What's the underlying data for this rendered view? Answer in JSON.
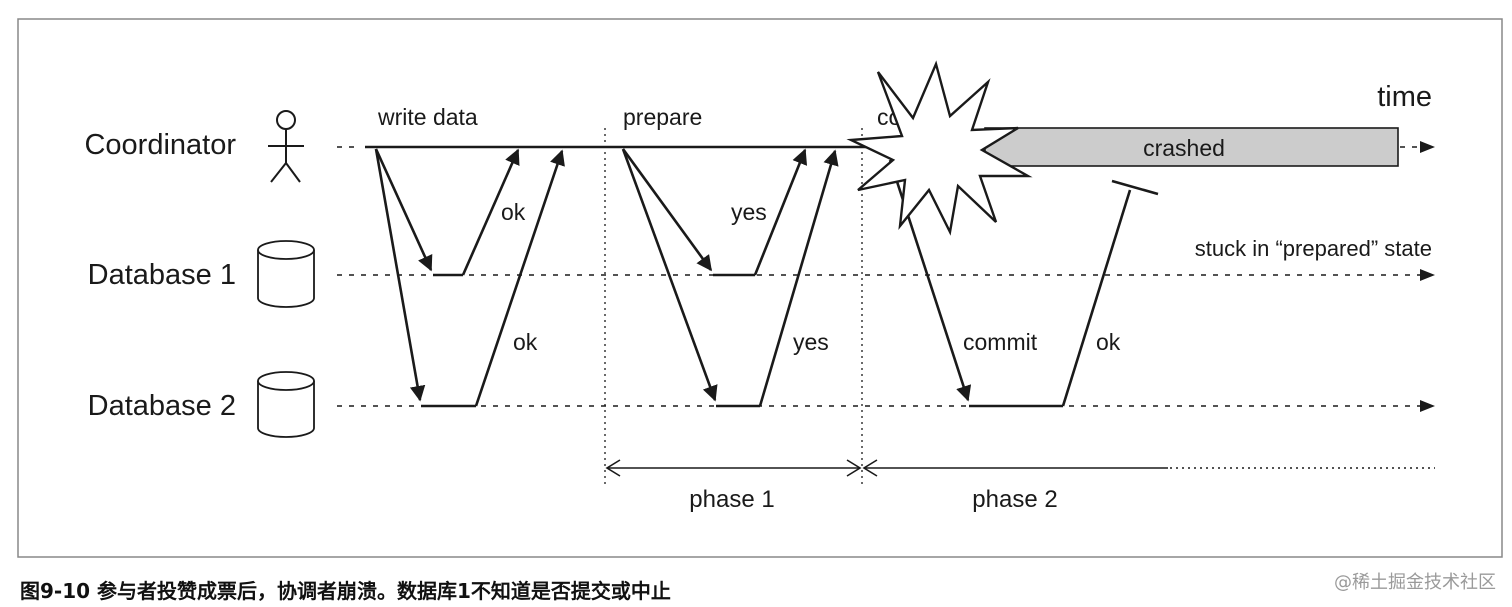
{
  "diagram": {
    "participants": {
      "coordinator": "Coordinator",
      "database1": "Database 1",
      "database2": "Database 2"
    },
    "time_label": "time",
    "messages": {
      "write_data": "write data",
      "prepare": "prepare",
      "commit_clipped": "co",
      "commit": "commit",
      "ok": "ok",
      "yes": "yes"
    },
    "crashed_label": "crashed",
    "stuck_label": "stuck in “prepared” state",
    "phases": {
      "phase1": "phase 1",
      "phase2": "phase 2"
    },
    "colors": {
      "ink": "#1a1a1a",
      "crashed_fill": "#cccccc",
      "frame": "#888888"
    }
  },
  "caption": "图9-10 参与者投赞成票后，协调者崩溃。数据库1不知道是否提交或中止",
  "watermark": "@稀土掘金技术社区"
}
